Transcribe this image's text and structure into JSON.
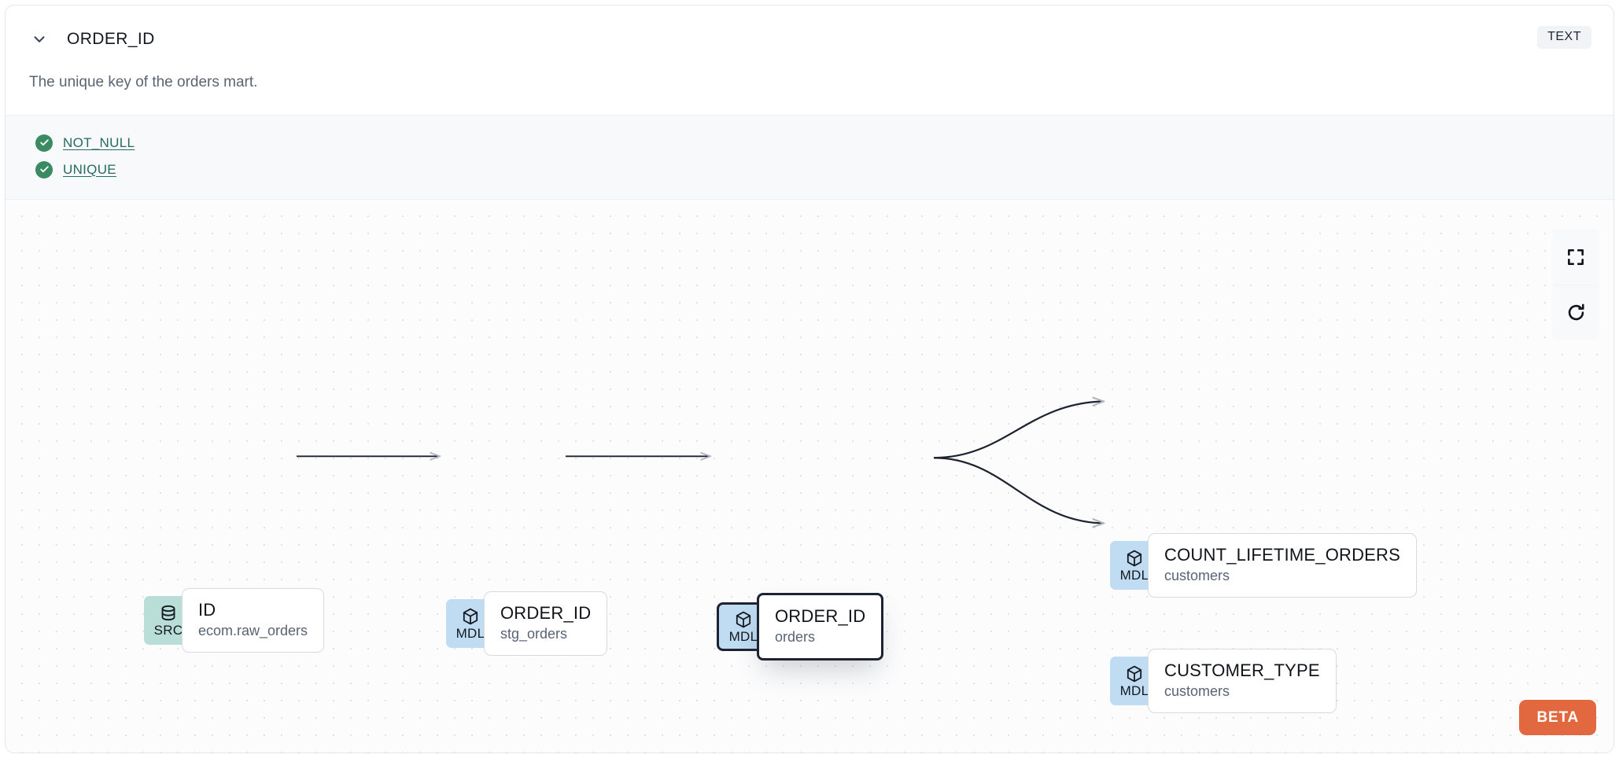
{
  "header": {
    "chevron_icon": "chevron-down-icon",
    "title": "ORDER_ID",
    "type_badge": "TEXT",
    "description": "The unique key of the orders mart."
  },
  "tests": [
    {
      "icon": "check-circle-icon",
      "label": "NOT_NULL"
    },
    {
      "icon": "check-circle-icon",
      "label": "UNIQUE"
    }
  ],
  "lineage": {
    "nodes": [
      {
        "id": "src",
        "badge": "SRC",
        "badge_icon": "database-icon",
        "name": "ID",
        "sub": "ecom.raw_orders",
        "selected": false
      },
      {
        "id": "stg",
        "badge": "MDL",
        "badge_icon": "cube-icon",
        "name": "ORDER_ID",
        "sub": "stg_orders",
        "selected": false
      },
      {
        "id": "orders",
        "badge": "MDL",
        "badge_icon": "cube-icon",
        "name": "ORDER_ID",
        "sub": "orders",
        "selected": true
      },
      {
        "id": "count",
        "badge": "MDL",
        "badge_icon": "cube-icon",
        "name": "COUNT_LIFETIME_ORDERS",
        "sub": "customers",
        "selected": false
      },
      {
        "id": "custtype",
        "badge": "MDL",
        "badge_icon": "cube-icon",
        "name": "CUSTOMER_TYPE",
        "sub": "customers",
        "selected": false
      }
    ],
    "edges": [
      {
        "from": "src",
        "to": "stg"
      },
      {
        "from": "stg",
        "to": "orders"
      },
      {
        "from": "orders",
        "to": "count"
      },
      {
        "from": "orders",
        "to": "custtype"
      }
    ]
  },
  "controls": [
    {
      "icon": "fullscreen-icon",
      "name": "fullscreen-button"
    },
    {
      "icon": "refresh-icon",
      "name": "refresh-button"
    }
  ],
  "beta_badge": "BETA",
  "colors": {
    "src_badge": "#b9ddd7",
    "mdl_badge": "#bfdcf2",
    "beta": "#e2683f",
    "test_link": "#276a61",
    "check": "#3a8a62",
    "selected_border": "#1d2333"
  }
}
